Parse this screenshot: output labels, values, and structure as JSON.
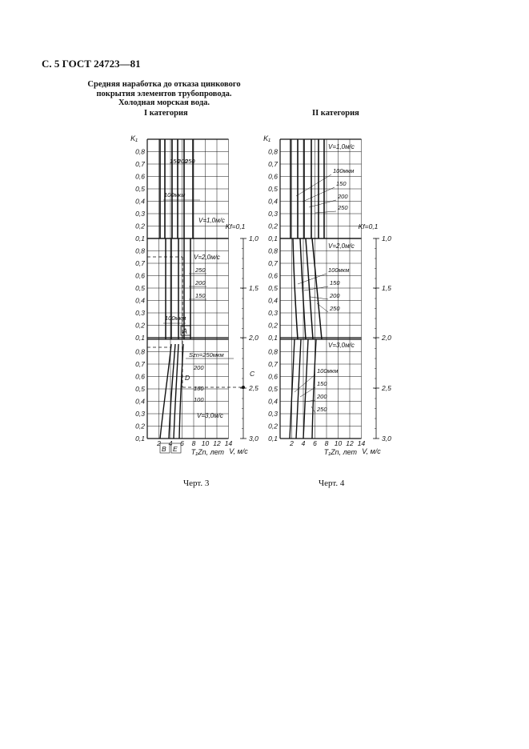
{
  "header": "С. 5 ГОСТ 24723—81",
  "title_lines": [
    "Средняя наработка до отказа цинкового",
    "покрытия элементов трубопровода.",
    "Холодная морская вода."
  ],
  "category_1": "I категория",
  "category_2": "II категория",
  "caption_1": "Черт. 3",
  "caption_2": "Черт. 4",
  "axis": {
    "k_label": "K₁",
    "k_ticks": [
      "0,8",
      "0,7",
      "0,6",
      "0,5",
      "0,4",
      "0,3",
      "0,2",
      "0,1"
    ],
    "t_ticks": [
      "2",
      "4",
      "6",
      "8",
      "10",
      "12",
      "14"
    ],
    "t_label": "T₁Zn, лет",
    "v_label": "V, м/с",
    "v_scale_title": "Kf=0,1",
    "v_ticks": [
      "1,0",
      "1,5",
      "2,0",
      "2,5",
      "3,0"
    ]
  },
  "chart3": {
    "panels": [
      {
        "velocity": "V=1,0м/с",
        "curve_labels": [
          "150",
          "200",
          "250",
          "100мкм"
        ]
      },
      {
        "velocity": "V=2,0м/с",
        "curve_labels": [
          "250",
          "200",
          "150",
          "100мкм"
        ]
      },
      {
        "velocity": "V=3,0м/с",
        "curve_labels": [
          "Szn=250мкм",
          "200",
          "150",
          "100"
        ]
      }
    ],
    "markers": [
      "A",
      "B",
      "E",
      "C",
      "D"
    ]
  },
  "chart4": {
    "panels": [
      {
        "velocity": "V=1,0м/с",
        "curve_labels": [
          "100мкм",
          "150",
          "200",
          "250"
        ]
      },
      {
        "velocity": "V=2,0м/с",
        "curve_labels": [
          "100мкм",
          "150",
          "200",
          "250"
        ]
      },
      {
        "velocity": "V=3,0м/с",
        "curve_labels": [
          "100мкм",
          "150",
          "200",
          "250"
        ]
      }
    ]
  },
  "colors": {
    "ink": "#111111",
    "paper": "#ffffff"
  }
}
